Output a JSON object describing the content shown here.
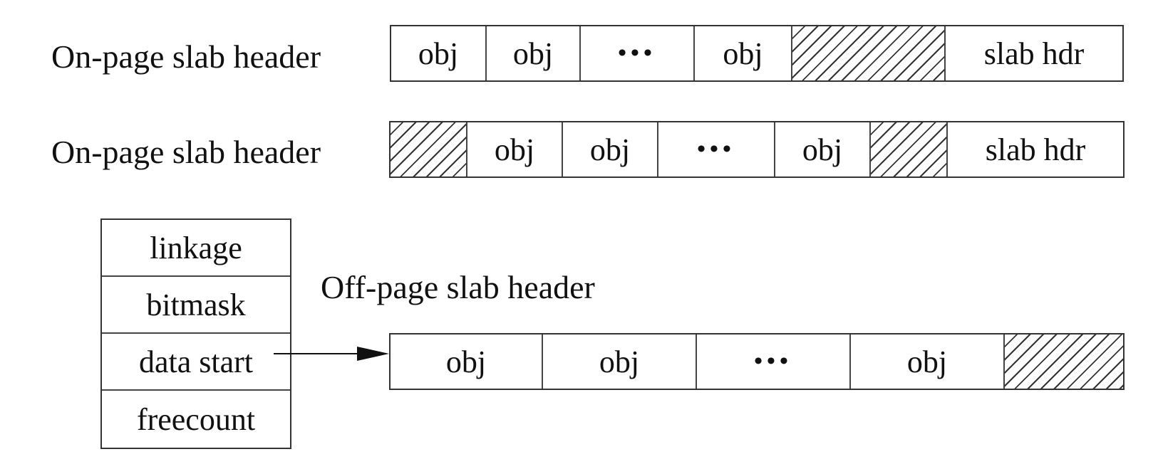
{
  "row1": {
    "label": "On-page slab header",
    "cells": [
      {
        "kind": "text",
        "text": "obj"
      },
      {
        "kind": "text",
        "text": "obj"
      },
      {
        "kind": "dots",
        "text": "•••"
      },
      {
        "kind": "text",
        "text": "obj"
      },
      {
        "kind": "hatch",
        "text": ""
      },
      {
        "kind": "text",
        "text": "slab hdr"
      }
    ]
  },
  "row2": {
    "label": "On-page slab header",
    "cells": [
      {
        "kind": "hatch",
        "text": ""
      },
      {
        "kind": "text",
        "text": "obj"
      },
      {
        "kind": "text",
        "text": "obj"
      },
      {
        "kind": "dots",
        "text": "•••"
      },
      {
        "kind": "text",
        "text": "obj"
      },
      {
        "kind": "hatch",
        "text": ""
      },
      {
        "kind": "text",
        "text": "slab hdr"
      }
    ]
  },
  "offpage": {
    "label": "Off-page slab header",
    "header_fields": [
      "linkage",
      "bitmask",
      "data start",
      "freecount"
    ],
    "cells": [
      {
        "kind": "text",
        "text": "obj"
      },
      {
        "kind": "text",
        "text": "obj"
      },
      {
        "kind": "dots",
        "text": "•••"
      },
      {
        "kind": "text",
        "text": "obj"
      },
      {
        "kind": "hatch",
        "text": ""
      }
    ]
  }
}
